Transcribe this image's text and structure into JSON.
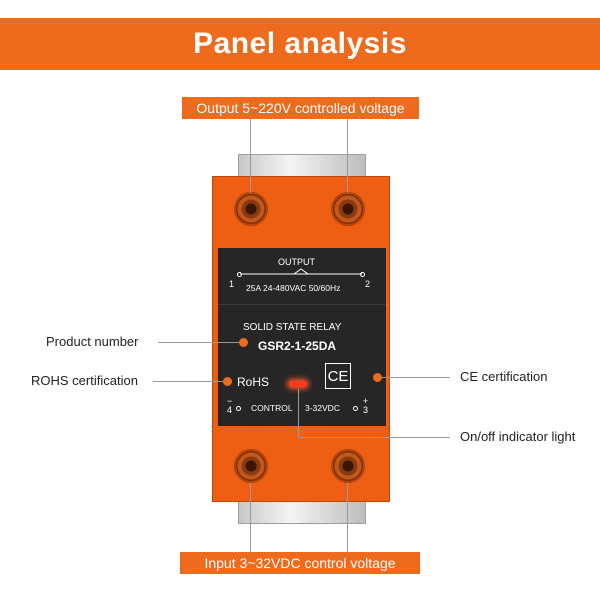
{
  "header": {
    "title": "Panel analysis"
  },
  "labels": {
    "output": "Output 5~220V controlled voltage",
    "input": "Input 3~32VDC control voltage",
    "product_number": "Product number",
    "rohs": "ROHS certification",
    "ce": "CE certification",
    "indicator": "On/off indicator light"
  },
  "relay": {
    "output_label": "OUTPUT",
    "terminal_1": "1",
    "terminal_2": "2",
    "rating": "25A 24-480VAC 50/60Hz",
    "type": "SOLID STATE RELAY",
    "model": "GSR2-1-25DA",
    "rohs_mark": "RoHS",
    "ce_mark": "CE",
    "control_label": "CONTROL",
    "control_range": "3-32VDC",
    "terminal_3": "3",
    "terminal_4": "4",
    "plus": "+",
    "minus": "−"
  },
  "colors": {
    "accent": "#ee6a1c",
    "relay_body": "#ef5f13",
    "plate": "#262626"
  }
}
